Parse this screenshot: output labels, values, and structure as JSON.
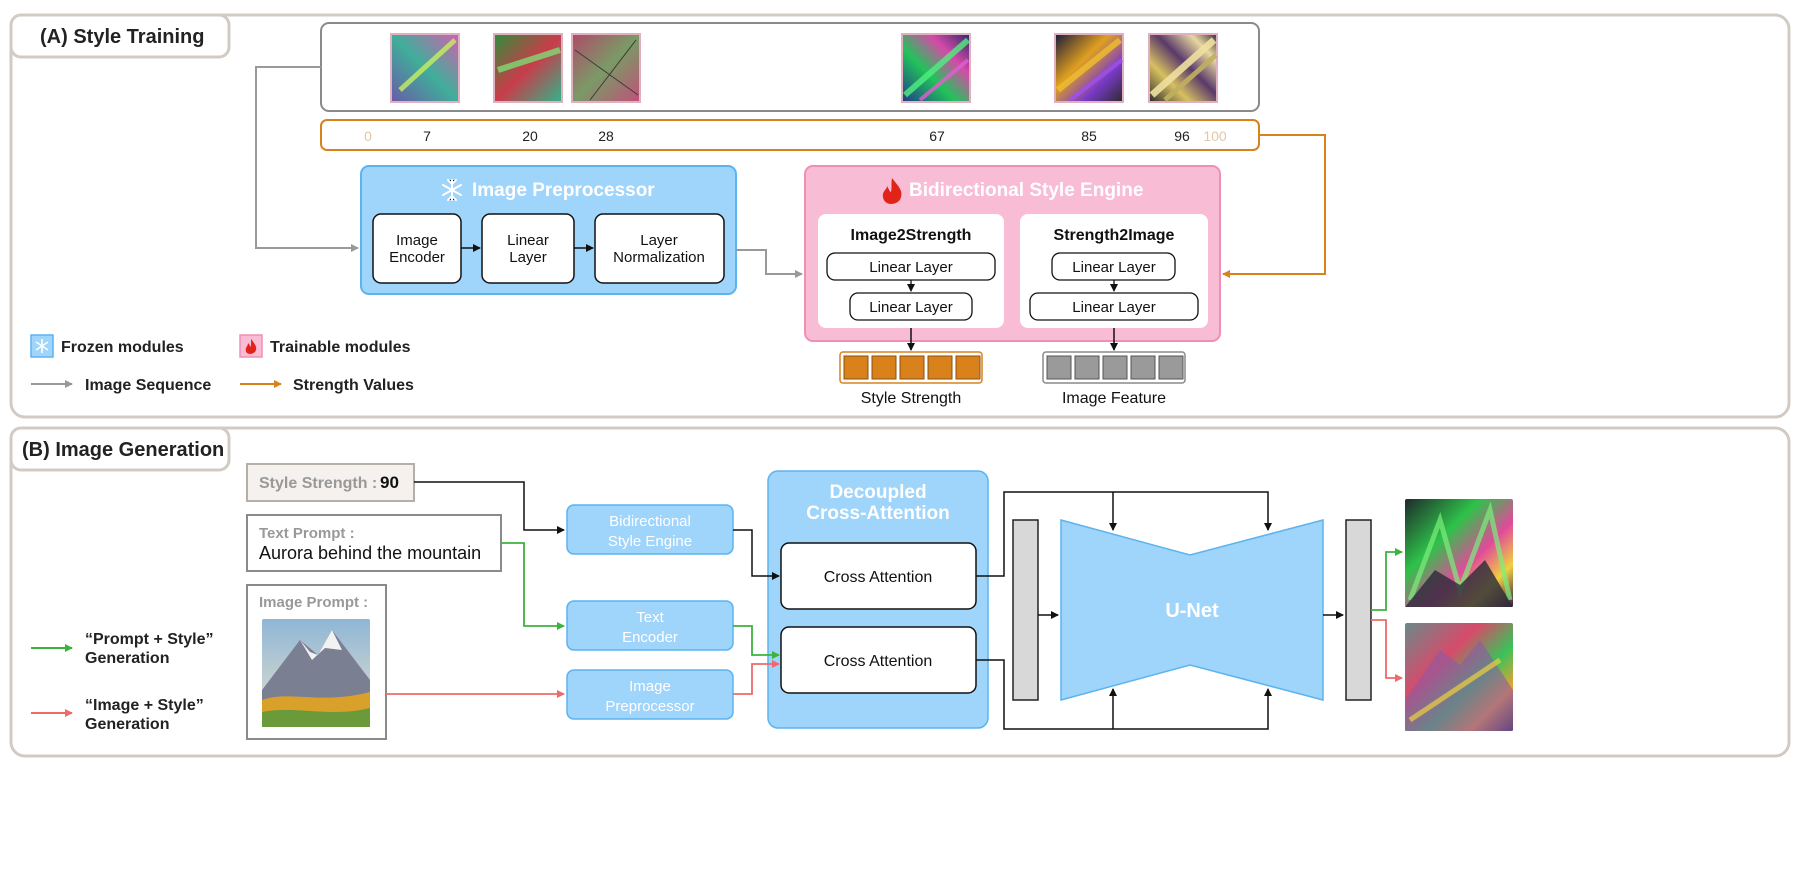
{
  "panel_a": {
    "title": "(A) Style Training",
    "ticks": [
      "0",
      "7",
      "20",
      "28",
      "67",
      "85",
      "96",
      "100"
    ],
    "preprocessor": {
      "title": "Image Preprocessor",
      "icon": "snowflake-icon",
      "blocks": [
        [
          "Image",
          "Encoder"
        ],
        [
          "Linear",
          "Layer"
        ],
        [
          "Layer",
          "Normalization"
        ]
      ]
    },
    "engine": {
      "title": "Bidirectional Style Engine",
      "icon": "flame-icon",
      "image2strength": {
        "title": "Image2Strength",
        "layer1": "Linear Layer",
        "layer2": "Linear Layer"
      },
      "strength2image": {
        "title": "Strength2Image",
        "layer1": "Linear Layer",
        "layer2": "Linear Layer"
      }
    },
    "outputs": {
      "style_strength": "Style Strength",
      "image_feature": "Image Feature"
    },
    "legend": {
      "frozen": "Frozen modules",
      "trainable": "Trainable modules",
      "image_sequence": "Image Sequence",
      "strength_values": "Strength Values"
    }
  },
  "panel_b": {
    "title": "(B) Image Generation",
    "style_strength_label": "Style Strength :",
    "style_strength_value": "90",
    "text_prompt_label": "Text Prompt :",
    "text_prompt_value": "Aurora behind the mountain",
    "image_prompt_label": "Image Prompt :",
    "engine": [
      "Bidirectional",
      "Style Engine"
    ],
    "text_encoder": [
      "Text",
      "Encoder"
    ],
    "image_preprocessor": [
      "Image",
      "Preprocessor"
    ],
    "decoupled": [
      "Decoupled",
      "Cross-Attention"
    ],
    "cross_attention_1": "Cross Attention",
    "cross_attention_2": "Cross Attention",
    "unet": "U-Net",
    "legend": {
      "prompt_style": [
        "“Prompt + Style”",
        "Generation"
      ],
      "image_style": [
        "“Image + Style”",
        "Generation"
      ]
    }
  },
  "colors": {
    "blue_fill": "#9fd4fb",
    "blue_stroke": "#5bb3f0",
    "pink_fill": "#f9bcd5",
    "pink_stroke": "#ef8fb6",
    "orange": "#d9821c",
    "gray": "#9a9a9a",
    "green": "#3cb33c",
    "red": "#ef6a6a"
  }
}
